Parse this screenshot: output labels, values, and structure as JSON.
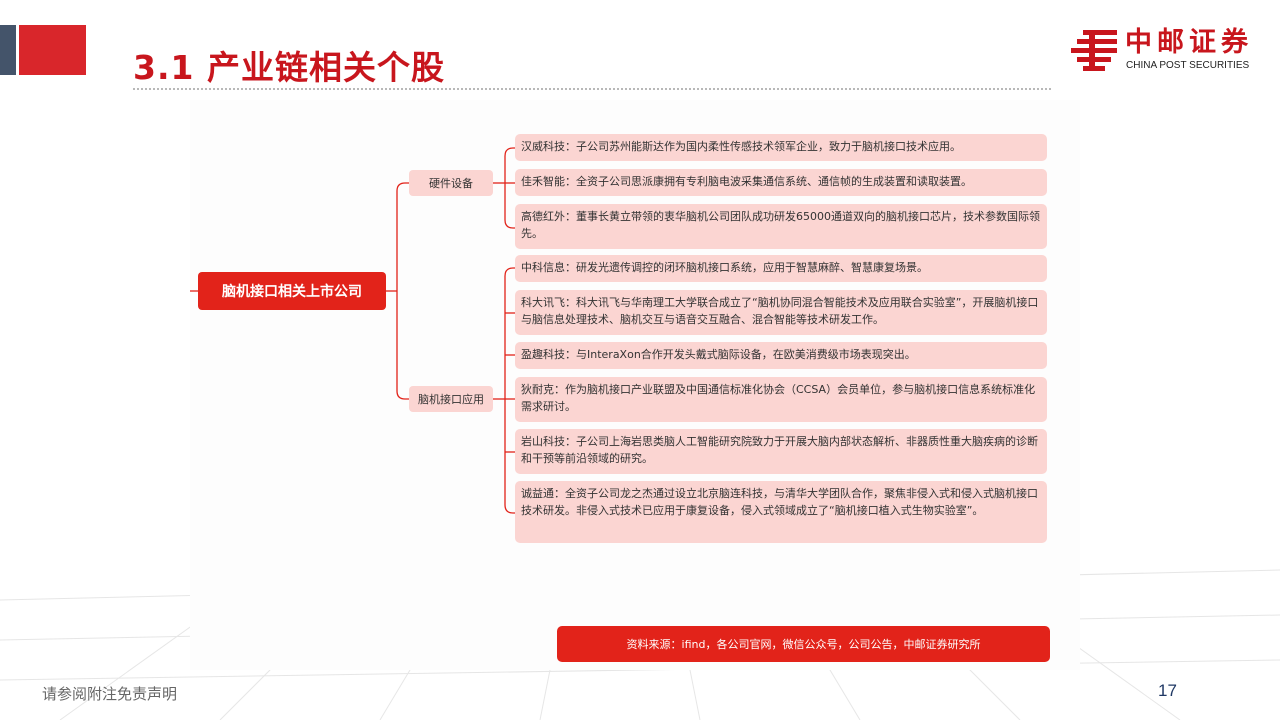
{
  "header": {
    "title": "3.1 产业链相关个股",
    "logo_cn": "中邮证券",
    "logo_en": "CHINA POST SECURITIES"
  },
  "mindmap": {
    "root": "脑机接口相关上市公司",
    "categories": [
      {
        "label": "硬件设备",
        "items": [
          "汉威科技：子公司苏州能斯达作为国内柔性传感技术领军企业，致力于脑机接口技术应用。",
          "佳禾智能：全资子公司思派康拥有专利脑电波采集通信系统、通信帧的生成装置和读取装置。",
          "高德红外：董事长黄立带领的衷华脑机公司团队成功研发65000通道双向的脑机接口芯片，技术参数国际领先。"
        ]
      },
      {
        "label": "脑机接口应用",
        "items": [
          "中科信息：研发光遗传调控的闭环脑机接口系统，应用于智慧麻醉、智慧康复场景。",
          "科大讯飞：科大讯飞与华南理工大学联合成立了“脑机协同混合智能技术及应用联合实验室”，开展脑机接口与脑信息处理技术、脑机交互与语音交互融合、混合智能等技术研发工作。",
          "盈趣科技：与InteraXon合作开发头戴式脑际设备，在欧美消费级市场表现突出。",
          "狄耐克：作为脑机接口产业联盟及中国通信标准化协会（CCSA）会员单位，参与脑机接口信息系统标准化需求研讨。",
          "岩山科技：子公司上海岩思类脑人工智能研究院致力于开展大脑内部状态解析、非器质性重大脑疾病的诊断和干预等前沿领域的研究。",
          " 诚益通：全资子公司龙之杰通过设立北京脑连科技，与清华大学团队合作，聚焦非侵入式和侵入式脑机接口技术研发。非侵入式技术已应用于康复设备，侵入式领域成立了“脑机接口植入式生物实验室”。"
        ]
      }
    ]
  },
  "source": "资料来源：ifind，各公司官网，微信公众号，公司公告，中邮证券研究所",
  "footer": {
    "disclaimer": "请参阅附注免责声明",
    "page_number": "17"
  },
  "colors": {
    "brand_red": "#e2231a",
    "title_red": "#c8161d",
    "leaf_pink": "#fbd5d2",
    "accent_slate": "#44546a"
  }
}
